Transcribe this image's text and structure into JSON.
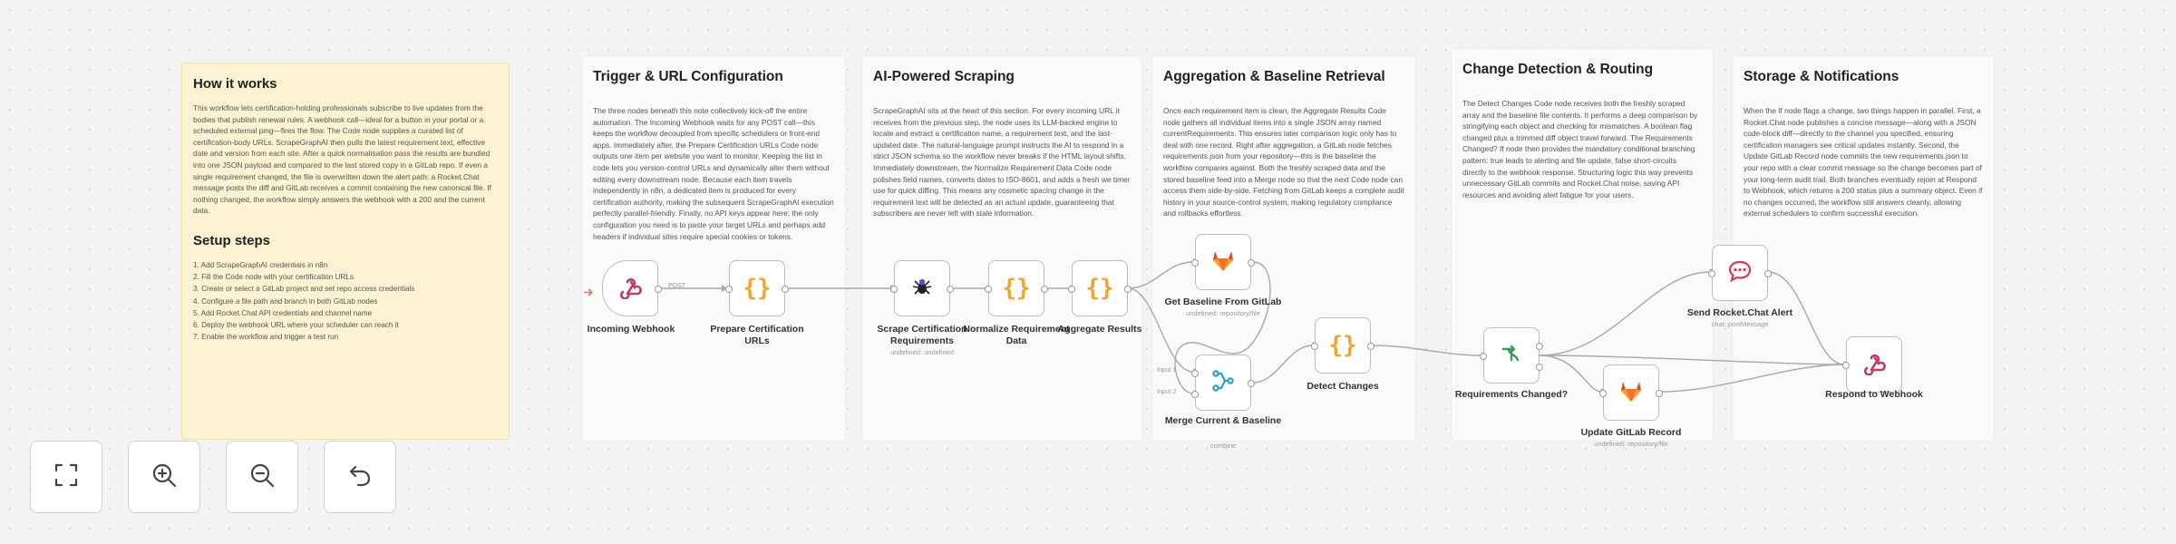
{
  "notes": {
    "how_it_works": {
      "title": "How it works",
      "body": "This workflow lets certification-holding professionals subscribe to live updates from the bodies that publish renewal rules. A webhook call—ideal for a button in your portal or a scheduled external ping—fires the flow. The Code node supplies a curated list of certification-body URLs. ScrapeGraphAI then pulls the latest requirement text, effective date and version from each site. After a quick normalisation pass the results are bundled into one JSON payload and compared to the last stored copy in a GitLab repo. If even a single requirement changed, the file is overwritten down the alert path: a Rocket.Chat message posts the diff and GitLab receives a commit containing the new canonical file. If nothing changed, the workflow simply answers the webhook with a 200 and the current data."
    },
    "setup": {
      "title": "Setup steps",
      "steps": [
        "1. Add ScrapeGraphAI credentials in n8n",
        "2. Fill the Code node with your certification URLs",
        "3. Create or select a GitLab project and set repo access credentials",
        "4. Configure a file path and branch in both GitLab nodes",
        "5. Add Rocket.Chat API credentials and channel name",
        "6. Deploy the webhook URL where your scheduler can reach it",
        "7. Enable the workflow and trigger a test run"
      ]
    },
    "trigger": {
      "title": "Trigger & URL Configuration",
      "body": "The three nodes beneath this note collectively kick-off the entire automation. The Incoming Webhook waits for any POST call—this keeps the workflow decoupled from specific schedulers or front-end apps. Immediately after, the Prepare Certification URLs Code node outputs one item per website you want to monitor. Keeping the list in code lets you version-control URLs and dynamically alter them without editing every downstream node. Because each item travels independently in n8n, a dedicated item is produced for every certification authority, making the subsequent ScrapeGraphAI execution perfectly parallel-friendly. Finally, no API keys appear here; the only configuration you need is to paste your target URLs and perhaps add headers if individual sites require special cookies or tokens."
    },
    "scraping": {
      "title": "AI-Powered Scraping",
      "body": "ScrapeGraphAI sits at the heart of this section. For every incoming URL it receives from the previous step, the node uses its LLM-backed engine to locate and extract a certification name, a requirement text, and the last-updated date. The natural-language prompt instructs the AI to respond in a strict JSON schema so the workflow never breaks if the HTML layout shifts. Immediately downstream, the Normalize Requirement Data Code node polishes field names, converts dates to ISO-8601, and adds a fresh we timer use for quick diffing. This means any cosmetic spacing change in the requirement text will be detected as an actual update, guaranteeing that subscribers are never left with stale information."
    },
    "aggregation": {
      "title": "Aggregation & Baseline Retrieval",
      "body": "Once each requirement item is clean, the Aggregate Results Code node gathers all individual items into a single JSON array named currentRequirements. This ensures later comparison logic only has to deal with one record. Right after aggregation, a GitLab node fetches requirements.json from your repository—this is the baseline the workflow compares against. Both the freshly scraped data and the stored baseline feed into a Merge node so that the next Code node can access them side-by-side. Fetching from GitLab keeps a complete audit history in your source-control system, making regulatory compliance and rollbacks effortless."
    },
    "change": {
      "title": "Change Detection & Routing",
      "body": "The Detect Changes Code node receives both the freshly scraped array and the baseline file contents. It performs a deep comparison by stringifying each object and checking for mismatches. A boolean flag changed plus a trimmed diff object travel forward. The Requirements Changed? If node then provides the mandatory conditional branching pattern: true leads to alerting and file update, false short-circuits directly to the webhook response. Structuring logic this way prevents unnecessary GitLab commits and Rocket.Chat noise, saving API resources and avoiding alert fatigue for your users."
    },
    "storage": {
      "title": "Storage & Notifications",
      "body": "When the If node flags a change, two things happen in parallel. First, a Rocket.Chat node publishes a concise message—along with a JSON code-block diff—directly to the channel you specified, ensuring certification managers see critical updates instantly. Second, the Update GitLab Record node commits the new requirements.json to your repo with a clear commit message so the change becomes part of your long-term audit trail. Both branches eventually rejoin at Respond to Webhook, which returns a 200 status plus a summary object. Even if no changes occurred, the workflow still answers cleanly, allowing external schedulers to confirm successful execution."
    }
  },
  "nodes": [
    {
      "id": "incoming_webhook",
      "label": "Incoming Webhook",
      "sub": "",
      "icon": "webhook-icon"
    },
    {
      "id": "prepare_urls",
      "label": "Prepare Certification URLs",
      "sub": "",
      "icon": "code-braces-icon"
    },
    {
      "id": "scrape",
      "label": "Scrape Certification Requirements",
      "sub": "undefined: undefined",
      "icon": "spider-icon"
    },
    {
      "id": "normalize",
      "label": "Normalize Requirement Data",
      "sub": "",
      "icon": "code-braces-icon"
    },
    {
      "id": "aggregate",
      "label": "Aggregate Results",
      "sub": "",
      "icon": "code-braces-icon"
    },
    {
      "id": "get_baseline",
      "label": "Get Baseline From GitLab",
      "sub": "undefined: repository/file",
      "icon": "gitlab-icon"
    },
    {
      "id": "merge",
      "label": "Merge Current & Baseline",
      "sub": "combine",
      "icon": "merge-icon"
    },
    {
      "id": "detect",
      "label": "Detect Changes",
      "sub": "",
      "icon": "code-braces-icon"
    },
    {
      "id": "if_changed",
      "label": "Requirements Changed?",
      "sub": "",
      "icon": "if-icon"
    },
    {
      "id": "update_gitlab",
      "label": "Update GitLab Record",
      "sub": "undefined: repository/file",
      "icon": "gitlab-icon"
    },
    {
      "id": "rocket",
      "label": "Send Rocket.Chat Alert",
      "sub": "chat: postMessage",
      "icon": "rocketchat-icon"
    },
    {
      "id": "respond",
      "label": "Respond to Webhook",
      "sub": "",
      "icon": "webhook-icon"
    }
  ],
  "edge_labels": {
    "post": "POST",
    "input1": "Input 1",
    "input2": "Input 2"
  },
  "colors": {
    "code": "#f1a52c",
    "gitlab": "#e2432a",
    "merge": "#27a3c4",
    "if": "#3c9b52",
    "rocket": "#e0334c",
    "webhook": "#c43c5f",
    "trigger_marker": "#ff6d5a"
  }
}
